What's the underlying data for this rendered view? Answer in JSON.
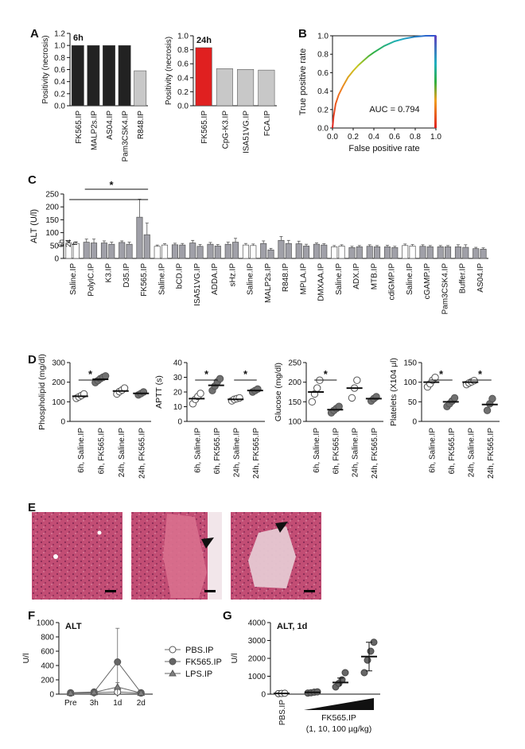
{
  "chart_data": [
    {
      "id": "A6h",
      "type": "bar",
      "panel": "A",
      "title": "6h",
      "ylabel": "Positivity (necrosis)",
      "ylim": [
        0,
        1.2
      ],
      "yticks": [
        "0.0",
        "0.2",
        "0.4",
        "0.6",
        "0.8",
        "1.0",
        "1.2"
      ],
      "categories": [
        "FK565.IP",
        "MALP2s.IP",
        "AS04.IP",
        "Pam3CSK4.IP",
        "R848.IP"
      ],
      "values": [
        1.0,
        1.0,
        1.0,
        1.0,
        0.58
      ],
      "colors": [
        "#222222",
        "#222222",
        "#222222",
        "#222222",
        "#c8c8c8"
      ]
    },
    {
      "id": "A24h",
      "type": "bar",
      "panel": "A",
      "title": "24h",
      "ylabel": "Positivity (necrosis)",
      "ylim": [
        0,
        1.0
      ],
      "yticks": [
        "0.0",
        "0.2",
        "0.4",
        "0.6",
        "0.8",
        "1.0"
      ],
      "categories": [
        "FK565.IP",
        "CpG-K3.IP",
        "ISA51VG.IP",
        "FCA.IP"
      ],
      "values": [
        0.83,
        0.53,
        0.52,
        0.51
      ],
      "colors": [
        "#e02020",
        "#c8c8c8",
        "#c8c8c8",
        "#c8c8c8"
      ]
    },
    {
      "id": "B",
      "type": "line",
      "panel": "B",
      "xlabel": "False positive rate",
      "ylabel": "True positive rate",
      "xlim": [
        0,
        1
      ],
      "ylim": [
        0,
        1
      ],
      "ticks": [
        "0.0",
        "0.2",
        "0.4",
        "0.6",
        "0.8",
        "1.0"
      ],
      "annotation": "AUC = 0.794",
      "series": [
        {
          "x": [
            0,
            0.01,
            0.03,
            0.06,
            0.1,
            0.15,
            0.2,
            0.25,
            0.3,
            0.35,
            0.4,
            0.5,
            0.6,
            0.7,
            0.8,
            0.9,
            1.0
          ],
          "y": [
            0,
            0.12,
            0.26,
            0.36,
            0.45,
            0.55,
            0.62,
            0.68,
            0.73,
            0.78,
            0.82,
            0.89,
            0.94,
            0.97,
            0.99,
            1.0,
            1.0
          ]
        }
      ]
    },
    {
      "id": "C",
      "type": "bar",
      "panel": "C",
      "ylabel": "ALT (U/l)",
      "ylim": [
        0,
        250
      ],
      "yticks": [
        "0",
        "50",
        "100",
        "150",
        "200",
        "250"
      ],
      "group_labels": [
        "6h",
        "24",
        "h"
      ],
      "significance": "*",
      "categories": [
        "Saline.IP",
        "PolyIC.IP",
        "K3.IP",
        "D35.IP",
        "FK565.IP",
        "Saline.IP",
        "bCD.IP",
        "ISA51VG.IP",
        "ADDA.IP",
        "sHz.IP",
        "Saline.IP",
        "MALP2s.IP",
        "R848.IP",
        "MPLA.IP",
        "DMXAA.IP",
        "Saline.IP",
        "ADX.IP",
        "MTB.IP",
        "cdiGMP.IP",
        "Saline.IP",
        "cGAMP.IP",
        "Pam3CSK4.IP",
        "Buffer.IP",
        "AS04.IP"
      ],
      "values_6h": [
        60,
        63,
        60,
        62,
        160,
        47,
        53,
        60,
        55,
        55,
        52,
        58,
        70,
        57,
        55,
        45,
        42,
        47,
        45,
        50,
        47,
        45,
        45,
        38
      ],
      "values_24h": [
        58,
        60,
        55,
        55,
        92,
        52,
        52,
        47,
        48,
        63,
        50,
        33,
        58,
        48,
        52,
        48,
        45,
        45,
        42,
        48,
        45,
        45,
        43,
        36
      ],
      "errors_6h": [
        6,
        12,
        8,
        6,
        70,
        5,
        6,
        10,
        7,
        8,
        6,
        10,
        15,
        10,
        5,
        5,
        5,
        6,
        6,
        6,
        6,
        5,
        8,
        5
      ],
      "errors_24h": [
        6,
        15,
        8,
        8,
        45,
        5,
        6,
        7,
        6,
        15,
        6,
        6,
        12,
        7,
        5,
        5,
        5,
        5,
        5,
        6,
        5,
        5,
        10,
        5
      ]
    },
    {
      "id": "D1",
      "type": "scatter",
      "panel": "D",
      "ylabel": "Phospholipid (mg/dl)",
      "ylim": [
        0,
        300
      ],
      "yticks": [
        "0",
        "100",
        "200",
        "300"
      ],
      "categories": [
        "6h, Saline.IP",
        "6h, FK565.IP",
        "24h, Saline.IP",
        "24h, FK565.IP"
      ],
      "means": [
        128,
        215,
        155,
        143
      ],
      "points": [
        [
          118,
          125,
          132,
          140
        ],
        [
          198,
          208,
          218,
          225,
          232
        ],
        [
          140,
          152,
          160,
          170
        ],
        [
          135,
          142,
          150
        ]
      ],
      "significance": [
        {
          "between": [
            0,
            1
          ],
          "label": "*"
        }
      ]
    },
    {
      "id": "D2",
      "type": "scatter",
      "panel": "D",
      "ylabel": "APTT (s)",
      "ylim": [
        0,
        40
      ],
      "yticks": [
        "0",
        "10",
        "20",
        "30",
        "40"
      ],
      "categories": [
        "6h, Saline.IP",
        "6h, FK565.IP",
        "24h, Saline.IP",
        "24h, FK565.IP"
      ],
      "means": [
        15.5,
        24.5,
        15.0,
        21.0
      ],
      "points": [
        [
          12,
          15,
          17,
          19
        ],
        [
          21,
          24,
          27,
          29
        ],
        [
          14,
          15,
          15.5,
          16
        ],
        [
          20,
          21,
          22
        ]
      ],
      "significance": [
        {
          "between": [
            0,
            1
          ],
          "label": "*"
        },
        {
          "between": [
            2,
            3
          ],
          "label": "*"
        }
      ]
    },
    {
      "id": "D3",
      "type": "scatter",
      "panel": "D",
      "ylabel": "Glucose (mg/dl)",
      "ylim": [
        100,
        250
      ],
      "yticks": [
        "100",
        "150",
        "200",
        "250"
      ],
      "categories": [
        "6h, Saline.IP",
        "6h, FK565.IP",
        "24h, Saline.IP",
        "24h, FK565.IP"
      ],
      "means": [
        175,
        130,
        185,
        158
      ],
      "points": [
        [
          150,
          170,
          185,
          205
        ],
        [
          122,
          128,
          133,
          138
        ],
        [
          160,
          185,
          205
        ],
        [
          152,
          158,
          163
        ]
      ],
      "significance": [
        {
          "between": [
            0,
            1
          ],
          "label": "*"
        }
      ]
    },
    {
      "id": "D4",
      "type": "scatter",
      "panel": "D",
      "ylabel": "Platelets (X104 μl)",
      "ylim": [
        0,
        150
      ],
      "yticks": [
        "0",
        "50",
        "100",
        "150"
      ],
      "categories": [
        "6h, Saline.IP",
        "6h, FK565.IP",
        "24h, Saline.IP",
        "24h, FK565.IP"
      ],
      "means": [
        100,
        50,
        100,
        43
      ],
      "points": [
        [
          88,
          96,
          105,
          112
        ],
        [
          38,
          45,
          52,
          60
        ],
        [
          94,
          98,
          101,
          104
        ],
        [
          28,
          45,
          58
        ]
      ],
      "significance": [
        {
          "between": [
            0,
            1
          ],
          "label": "*"
        },
        {
          "between": [
            2,
            3
          ],
          "label": "*"
        }
      ]
    },
    {
      "id": "F",
      "type": "line",
      "panel": "F",
      "title": "ALT",
      "ylabel": "U/l",
      "ylim": [
        0,
        1000
      ],
      "yticks": [
        "0",
        "200",
        "400",
        "600",
        "800",
        "1000"
      ],
      "categories": [
        "Pre",
        "3h",
        "1d",
        "2d"
      ],
      "series": [
        {
          "name": "PBS.IP",
          "marker": "open-circle",
          "values": [
            15,
            20,
            30,
            15
          ],
          "errors": [
            5,
            5,
            15,
            5
          ]
        },
        {
          "name": "FK565.IP",
          "marker": "filled-circle",
          "values": [
            20,
            30,
            450,
            20
          ],
          "errors": [
            5,
            10,
            470,
            5
          ]
        },
        {
          "name": "LPS.IP",
          "marker": "triangle",
          "values": [
            15,
            25,
            100,
            15
          ],
          "errors": [
            5,
            10,
            60,
            5
          ]
        }
      ]
    },
    {
      "id": "G",
      "type": "scatter",
      "panel": "G",
      "title": "ALT, 1d",
      "ylabel": "U/l",
      "ylim": [
        0,
        4000
      ],
      "yticks": [
        "0",
        "1000",
        "2000",
        "3000",
        "4000"
      ],
      "categories": [
        "PBS.IP",
        "",
        "",
        ""
      ],
      "xgroup_label": "FK565.IP",
      "xgroup_sublabel": "(1, 10, 100 µg/kg)",
      "means": [
        40,
        100,
        650,
        2100
      ],
      "points": [
        [
          30,
          40,
          50
        ],
        [
          60,
          80,
          110,
          130
        ],
        [
          400,
          600,
          800,
          1200
        ],
        [
          1200,
          1900,
          2400,
          2900
        ]
      ]
    }
  ],
  "panel_labels": {
    "A": "A",
    "B": "B",
    "C": "C",
    "D": "D",
    "E": "E",
    "F": "F",
    "G": "G"
  },
  "colors": {
    "dark_bar": "#222222",
    "light_bar": "#c8c8c8",
    "red_bar": "#e02020",
    "gray_dot": "#707070",
    "tissue": "#c43c63"
  }
}
